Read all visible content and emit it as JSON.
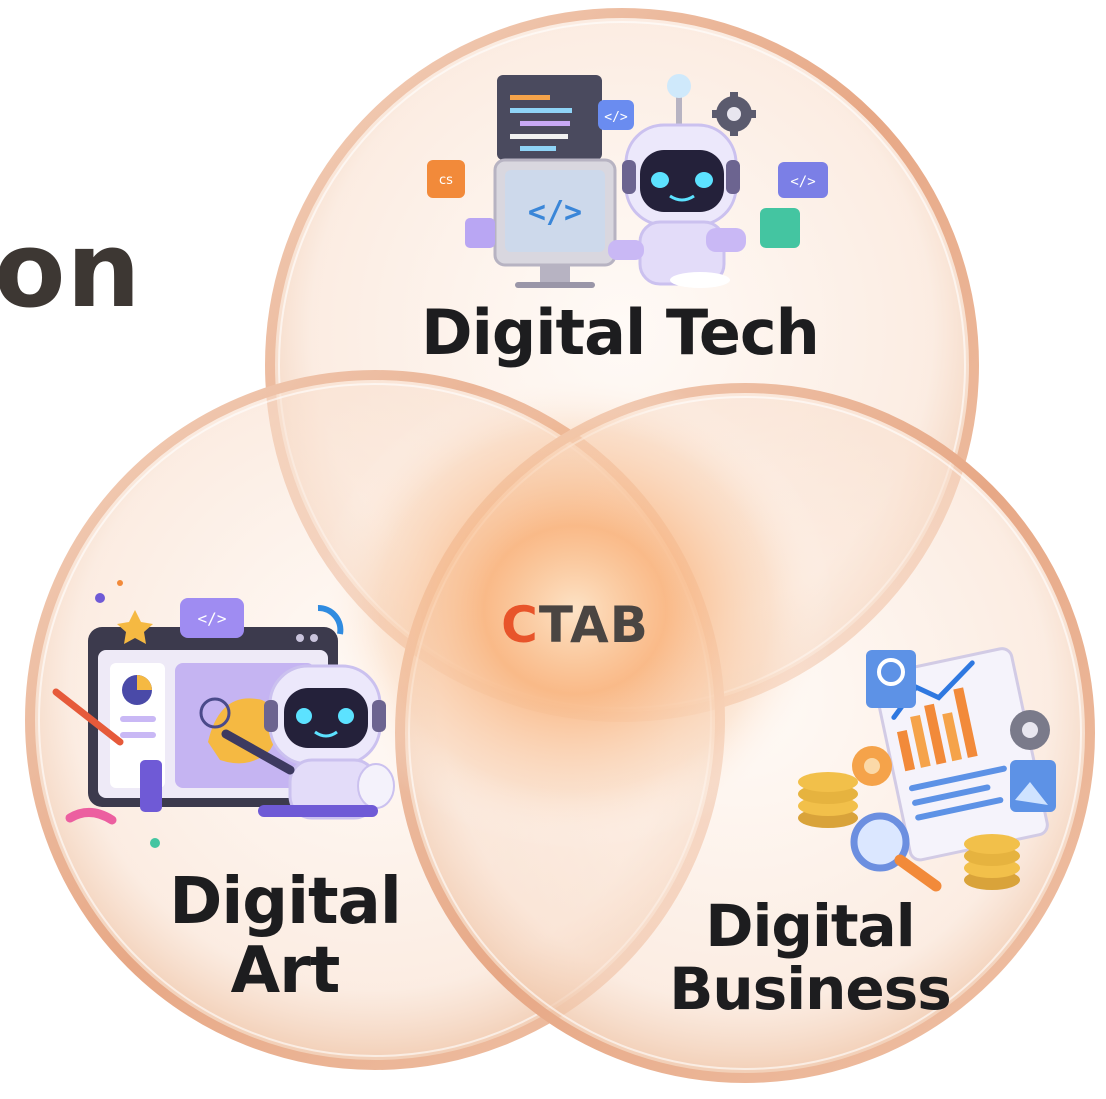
{
  "heading_fragment": "on",
  "diagram": {
    "center": {
      "accent_letter": "C",
      "rest": "TAB"
    },
    "circles": [
      {
        "id": "tech",
        "label": "Digital Tech",
        "icon": "robot-coding-icon"
      },
      {
        "id": "art",
        "label_line1": "Digital",
        "label_line2": "Art",
        "icon": "robot-painting-icon"
      },
      {
        "id": "business",
        "label_line1": "Digital",
        "label_line2": "Business",
        "icon": "business-analytics-icon"
      }
    ]
  },
  "colors": {
    "accent": "#e8542a",
    "ring": "#e9b79a",
    "glow": "#f6a56b",
    "robot": "#c9b8f5",
    "heading": "#3d3733"
  }
}
